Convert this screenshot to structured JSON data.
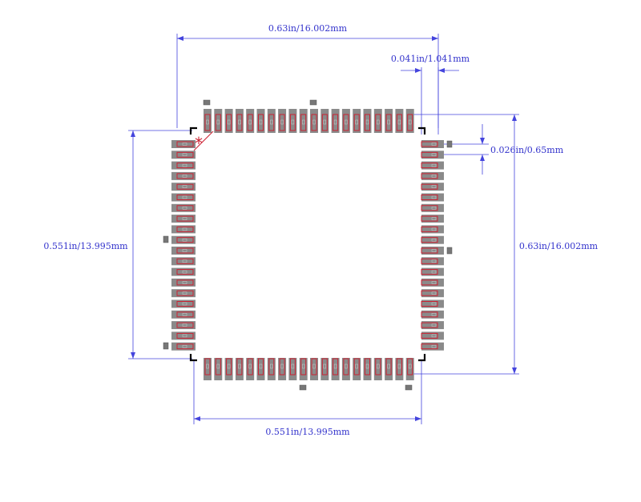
{
  "dimensions": {
    "top_width": "0.63in/16.002mm",
    "pin_width": "0.041in/1.041mm",
    "pitch": "0.026in/0.65mm",
    "left_height": "0.551in/13.995mm",
    "right_height": "0.63in/16.002mm",
    "bottom_width": "0.551in/13.995mm"
  },
  "pin1_marker": "*",
  "colors": {
    "dimension": "#4444dd",
    "pad_outline": "#cc2233",
    "pad_fill": "#8a8a8a",
    "silkscreen": "#000000"
  },
  "footprint": {
    "pins_per_side": 20
  }
}
